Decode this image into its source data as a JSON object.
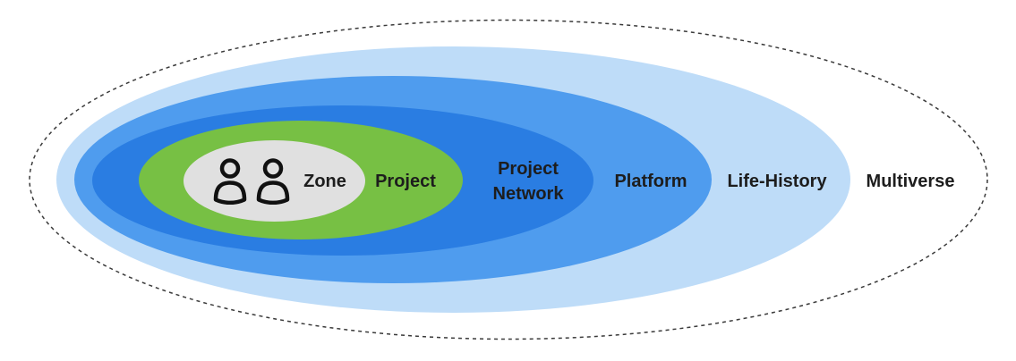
{
  "diagram": {
    "title_hint": "nested-scope onion diagram",
    "text_color": "#1d1d1d",
    "dash_color": "#3a3a3a",
    "background": "#ffffff",
    "layers": [
      {
        "id": "multiverse",
        "label": "Multiverse",
        "fill": "#ffffff",
        "outline": "dashed"
      },
      {
        "id": "life-history",
        "label": "Life-History",
        "fill": "#bedcf8",
        "outline": "none"
      },
      {
        "id": "platform",
        "label": "Platform",
        "fill": "#4f9cee",
        "outline": "none"
      },
      {
        "id": "project-network",
        "label": "Project Network",
        "fill": "#2a7de2",
        "outline": "none"
      },
      {
        "id": "project",
        "label": "Project",
        "fill": "#77c044",
        "outline": "none"
      },
      {
        "id": "zone",
        "label": "Zone",
        "fill": "#e0e0e0",
        "outline": "none"
      }
    ],
    "icons": {
      "description": "two person outline glyphs inside innermost ellipse",
      "color": "#111111"
    }
  }
}
